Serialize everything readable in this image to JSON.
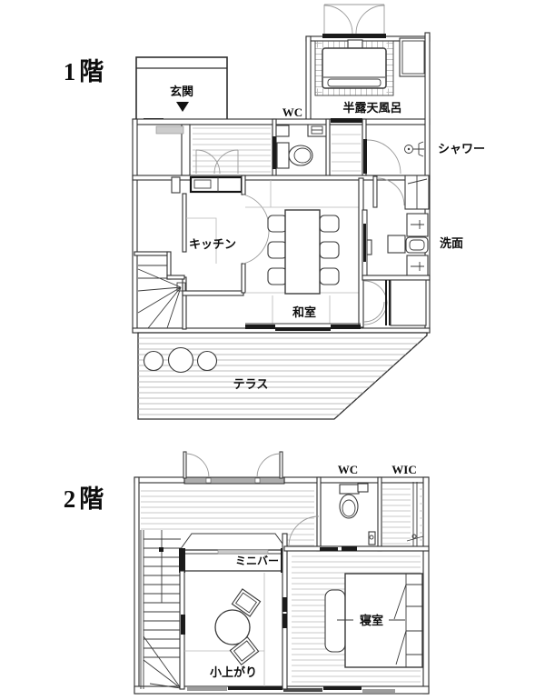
{
  "plan": {
    "floor1": {
      "title": "1階",
      "entrance_marker": "▼",
      "rooms": {
        "genkan": "玄関",
        "wc": "WC",
        "bath": "半露天風呂",
        "shower": "シャワー",
        "kitchen": "キッチン",
        "washroom": "洗面",
        "washitsu": "和室",
        "terrace": "テラス"
      }
    },
    "floor2": {
      "title": "2階",
      "rooms": {
        "wc": "WC",
        "wic": "WIC",
        "minibar": "ミニバー",
        "bedroom": "寝室",
        "koagari": "小上がり"
      }
    }
  },
  "colors": {
    "wall_line": "#2d2d2d",
    "dark_fill": "#1b1b1b",
    "floor_line": "#b8b8b8",
    "background": "#ffffff"
  }
}
